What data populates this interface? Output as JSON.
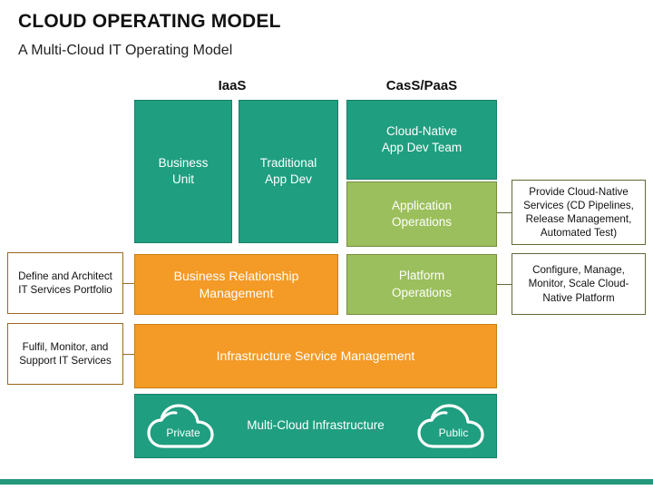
{
  "header": {
    "title": "CLOUD OPERATING MODEL",
    "subtitle": "A Multi-Cloud IT Operating Model"
  },
  "columns": [
    {
      "id": "iaas",
      "label": "IaaS"
    },
    {
      "id": "caas_paas",
      "label": "CasS/PaaS"
    }
  ],
  "boxes": {
    "business_unit": "Business\nUnit",
    "business_unit_line1": "Business",
    "business_unit_line2": "Unit",
    "traditional_app_dev_line1": "Traditional",
    "traditional_app_dev_line2": "App Dev",
    "cloud_native_team_line1": "Cloud-Native",
    "cloud_native_team_line2": "App Dev Team",
    "application_operations_line1": "Application",
    "application_operations_line2": "Operations",
    "business_relationship_mgmt_line1": "Business Relationship",
    "business_relationship_mgmt_line2": "Management",
    "platform_operations_line1": "Platform",
    "platform_operations_line2": "Operations",
    "infrastructure_service_management": "Infrastructure Service Management",
    "multi_cloud_infrastructure": "Multi-Cloud Infrastructure"
  },
  "callouts": {
    "define_architect": "Define and Architect IT Services Portfolio",
    "fulfil_monitor": "Fulfil, Monitor, and Support IT Services",
    "provide_cloud_native": "Provide Cloud-Native Services (CD Pipelines, Release Management, Automated Test)",
    "configure_manage": "Configure, Manage, Monitor, Scale Cloud-Native Platform"
  },
  "clouds": [
    {
      "id": "private",
      "label": "Private"
    },
    {
      "id": "public",
      "label": "Public"
    }
  ],
  "colors": {
    "teal": "#1F9E80",
    "olive": "#9BBF5C",
    "orange": "#F49A26",
    "callout_brown_border": "#9A6A1F",
    "callout_olive_border": "#5E6B36",
    "footer_bar": "#24987C",
    "text_dark": "#111111",
    "text_light": "#FFFFFF"
  }
}
